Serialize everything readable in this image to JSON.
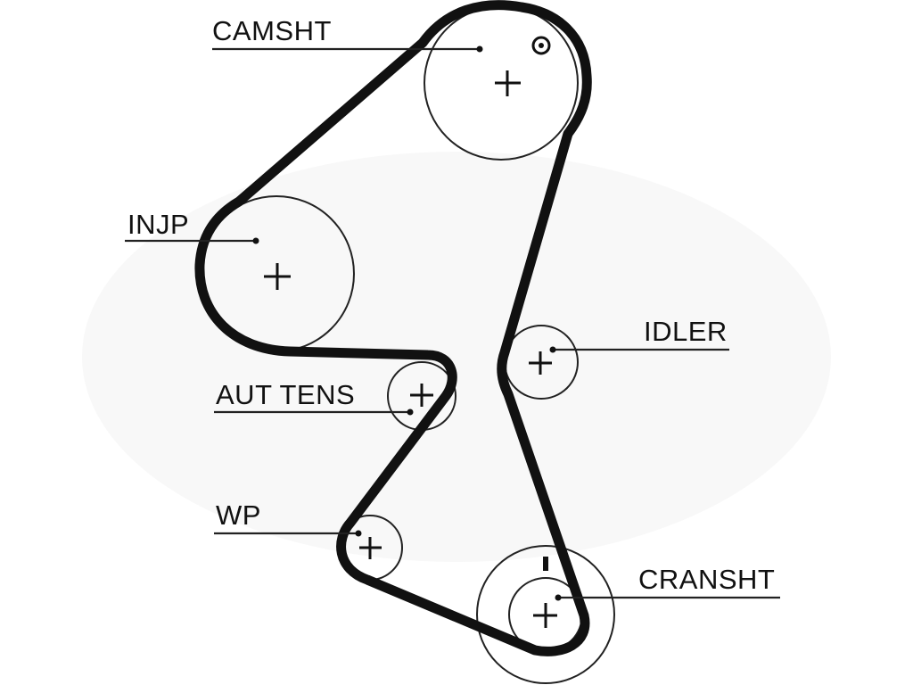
{
  "diagram": {
    "labels": {
      "camshaft": "CAMSHT",
      "injection_pump": "INJP",
      "idler": "IDLER",
      "auto_tensioner": "AUT TENS",
      "water_pump": "WP",
      "crankshaft": "CRANSHT"
    },
    "colors": {
      "belt": "#111111",
      "line": "#222222",
      "background": "#ffffff"
    }
  }
}
